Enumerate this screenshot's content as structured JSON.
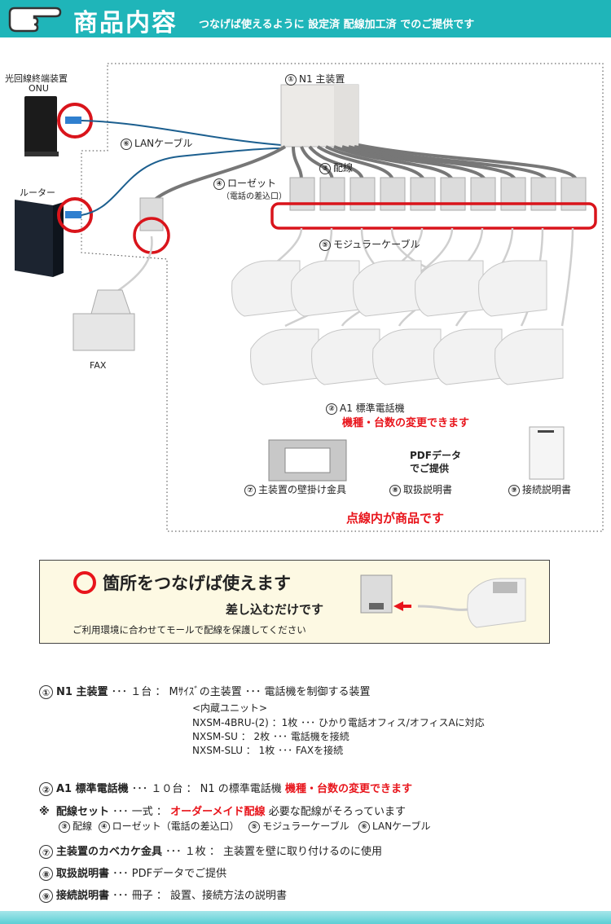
{
  "header": {
    "title": "商品内容",
    "subtitle": "つなげば使えるように 設定済 配線加工済 でのご提供です"
  },
  "diagram": {
    "onu_label_1": "光回線終端装置",
    "onu_label_2": "ONU",
    "router_label": "ルーター",
    "fax_label": "FAX",
    "main_unit": {
      "num": "①",
      "label": "N1 主装置"
    },
    "lan_cable": {
      "num": "⑥",
      "label": "LANケーブル"
    },
    "wiring": {
      "num": "③",
      "label": "配線"
    },
    "rosette": {
      "num": "④",
      "label": "ローゼット",
      "sub": "（電話の差込口）"
    },
    "modular_cable": {
      "num": "⑤",
      "label": "モジュラーケーブル"
    },
    "phone": {
      "num": "②",
      "label": "A1 標準電話機",
      "note": "機種・台数の変更できます"
    },
    "bracket": {
      "num": "⑦",
      "label": "主装置の壁掛け金具"
    },
    "manual": {
      "num": "⑧",
      "label": "取扱説明書",
      "pdf_1": "PDFデータ",
      "pdf_2": "でご提供"
    },
    "connection_manual": {
      "num": "⑨",
      "label": "接続説明書"
    },
    "dotted_note": "点線内が商品です"
  },
  "notice": {
    "title": "箇所をつなげば使えます",
    "subtitle": "差し込むだけです",
    "note": "ご利用環境に合わせてモールで配線を保護してください"
  },
  "specs": {
    "s1": {
      "num": "①",
      "name": "N1 主装置",
      "desc": "･･･ １台 ： Mｻｲｽﾞの主装置 ･･･ 電話機を制御する装置"
    },
    "s1_sub": [
      "<内蔵ユニット>",
      "NXSM-4BRU-(2) ：1枚 ･･･ ひかり電話オフィス/オフィスAに対応",
      "NXSM-SU ： 2枚 ･･･ 電話機を接続",
      "NXSM-SLU ： 1枚 ･･･ FAXを接続"
    ],
    "s2": {
      "num": "②",
      "name": "A1 標準電話機",
      "desc": "･･･ １０台 ： N1 の標準電話機",
      "red": "機種・台数の変更できます"
    },
    "s3": {
      "num": "※",
      "name": "配線セット",
      "desc": "･･･ 一式 ：",
      "red": "オーダーメイド配線",
      "desc2": "必要な配線がそろっています"
    },
    "s3_items": [
      {
        "num": "③",
        "label": "配線"
      },
      {
        "num": "④",
        "label": "ローゼット（電話の差込口）"
      },
      {
        "num": "⑤",
        "label": "モジュラーケーブル"
      },
      {
        "num": "⑥",
        "label": "LANケーブル"
      }
    ],
    "s7": {
      "num": "⑦",
      "name": "主装置のカベカケ金具",
      "desc": "･･･ １枚 ： 主装置を壁に取り付けるのに使用"
    },
    "s8": {
      "num": "⑧",
      "name": "取扱説明書",
      "desc": "･･･ PDFデータでご提供"
    },
    "s9": {
      "num": "⑨",
      "name": "接続説明書",
      "desc": "･･･ 冊子 ： 設置、接続方法の説明書"
    }
  },
  "colors": {
    "teal": "#1fb5b9",
    "red": "#e8141b",
    "lan": "#1c5f8f"
  }
}
